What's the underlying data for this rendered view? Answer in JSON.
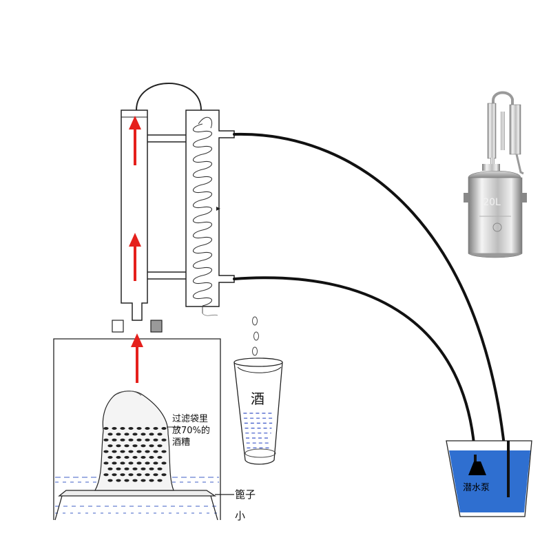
{
  "labels": {
    "filter_bag_line1": "过滤袋里",
    "filter_bag_line2": "放70%的",
    "filter_bag_line3": "酒糟",
    "steamer_basket": "篦子",
    "water_partial": "小",
    "wine": "酒",
    "submersible_pump": "潜水泵"
  },
  "product": {
    "capacity_text": "20L"
  },
  "colors": {
    "arrow": "#e5201c",
    "water_tub": "#2f6fd0",
    "hose": "#111111",
    "liquid_dash": "#3a55c8",
    "steel_light": "#e6e6e6",
    "steel_dark": "#8c8c8c"
  },
  "icons": {
    "arrows": "up-arrow-icon",
    "droplets": "droplet-icon",
    "pump": "pump-icon",
    "product": "distiller-photo-icon"
  }
}
